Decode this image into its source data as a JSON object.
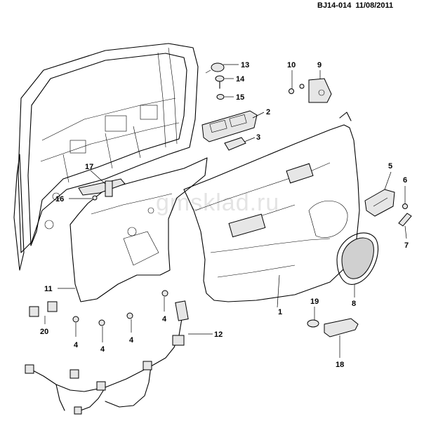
{
  "header": {
    "drawing_code": "BJ14-014",
    "date": "11/08/2011"
  },
  "watermark": "gmsklad.ru",
  "callouts": [
    {
      "id": "c1",
      "label": "1"
    },
    {
      "id": "c2",
      "label": "2"
    },
    {
      "id": "c3",
      "label": "3"
    },
    {
      "id": "c4a",
      "label": "4"
    },
    {
      "id": "c4b",
      "label": "4"
    },
    {
      "id": "c4c",
      "label": "4"
    },
    {
      "id": "c4d",
      "label": "4"
    },
    {
      "id": "c5",
      "label": "5"
    },
    {
      "id": "c6",
      "label": "6"
    },
    {
      "id": "c7",
      "label": "7"
    },
    {
      "id": "c8",
      "label": "8"
    },
    {
      "id": "c9",
      "label": "9"
    },
    {
      "id": "c10",
      "label": "10"
    },
    {
      "id": "c11",
      "label": "11"
    },
    {
      "id": "c12",
      "label": "12"
    },
    {
      "id": "c13",
      "label": "13"
    },
    {
      "id": "c14",
      "label": "14"
    },
    {
      "id": "c15",
      "label": "15"
    },
    {
      "id": "c16",
      "label": "16"
    },
    {
      "id": "c17",
      "label": "17"
    },
    {
      "id": "c18",
      "label": "18"
    },
    {
      "id": "c19",
      "label": "19"
    },
    {
      "id": "c20",
      "label": "20"
    }
  ]
}
